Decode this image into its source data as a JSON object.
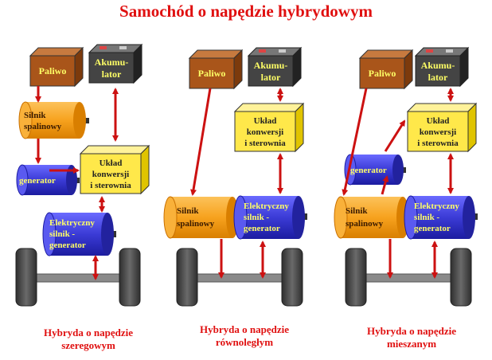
{
  "title": "Samochód  o napędzie hybrydowym",
  "labels": {
    "fuel": "Paliwo",
    "battery_line1": "Akumu-",
    "battery_line2": "lator",
    "converter_line1": "Układ",
    "converter_line2": "konwersji",
    "converter_line3": "i sterownia",
    "engine_line1": "Silnik",
    "engine_line2": "spalinowy",
    "generator": "generator",
    "motor_gen_line1": "Elektryczny",
    "motor_gen_line2": "silnik -",
    "motor_gen_line3": "generator"
  },
  "captions": {
    "series": [
      "Hybryda o napędzie",
      "szeregowym"
    ],
    "parallel": [
      "Hybryda o napędzie",
      "równoległym"
    ],
    "mixed": [
      "Hybryda o napędzie",
      "mieszanym"
    ]
  },
  "colors": {
    "title": "#e01010",
    "arrow": "#cc1111",
    "fuel_box": "#a9551a",
    "battery_box": "#444444",
    "converter_box": "#ffe84a",
    "engine_cylinder": "#f7a21e",
    "motor_cylinder": "#3b3bd6",
    "wheel": "#4d4d4d",
    "axle": "#8a8a8a"
  }
}
